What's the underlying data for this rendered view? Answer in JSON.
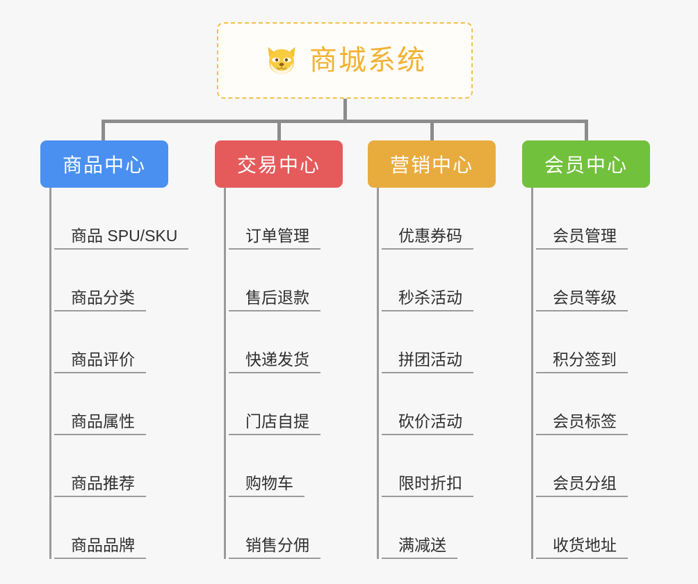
{
  "diagram": {
    "type": "org-tree",
    "background_color": "#f7f7f7",
    "root": {
      "title": "商城系统",
      "icon": "shiba-dog-face-icon",
      "border_color": "#f2c14a",
      "text_color": "#f2b233",
      "background_color": "#fffdf9"
    },
    "connector_color": "#8c8c8c",
    "branches": [
      {
        "label": "商品中心",
        "color": "#4a90f0",
        "width": 184,
        "items": [
          "商品 SPU/SKU",
          "商品分类",
          "商品评价",
          "商品属性",
          "商品推荐",
          "商品品牌"
        ]
      },
      {
        "label": "交易中心",
        "color": "#e55b5b",
        "width": 184,
        "items": [
          "订单管理",
          "售后退款",
          "快递发货",
          "门店自提",
          "购物车",
          "销售分佣"
        ]
      },
      {
        "label": "营销中心",
        "color": "#e8ac3e",
        "width": 184,
        "items": [
          "优惠券码",
          "秒杀活动",
          "拼团活动",
          "砍价活动",
          "限时折扣",
          "满减送"
        ]
      },
      {
        "label": "会员中心",
        "color": "#72c13c",
        "width": 184,
        "items": [
          "会员管理",
          "会员等级",
          "积分签到",
          "会员标签",
          "会员分组",
          "收货地址"
        ]
      }
    ]
  }
}
